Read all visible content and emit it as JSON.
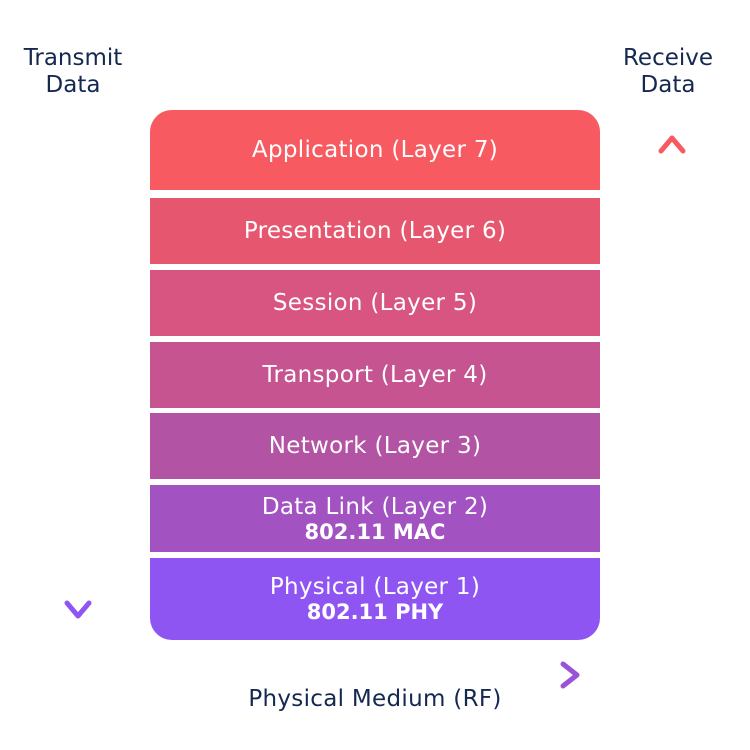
{
  "labels": {
    "transmit": "Transmit\nData",
    "receive": "Receive\nData",
    "medium": "Physical Medium (RF)"
  },
  "layers": [
    {
      "name": "Application (Layer 7)",
      "sub": ""
    },
    {
      "name": "Presentation (Layer 6)",
      "sub": ""
    },
    {
      "name": "Session (Layer 5)",
      "sub": ""
    },
    {
      "name": "Transport (Layer 4)",
      "sub": ""
    },
    {
      "name": "Network (Layer 3)",
      "sub": ""
    },
    {
      "name": "Data Link (Layer 2)",
      "sub": "802.11 MAC"
    },
    {
      "name": "Physical (Layer 1)",
      "sub": "802.11 PHY"
    }
  ],
  "colors": {
    "text_dark": "#142850",
    "gradient_top": "#f75a60",
    "gradient_bottom": "#8f55f2",
    "layer_colors": [
      "#f75a60",
      "#e6576f",
      "#d75580",
      "#c55490",
      "#b353a3",
      "#a253c1",
      "#8f55f2"
    ]
  }
}
